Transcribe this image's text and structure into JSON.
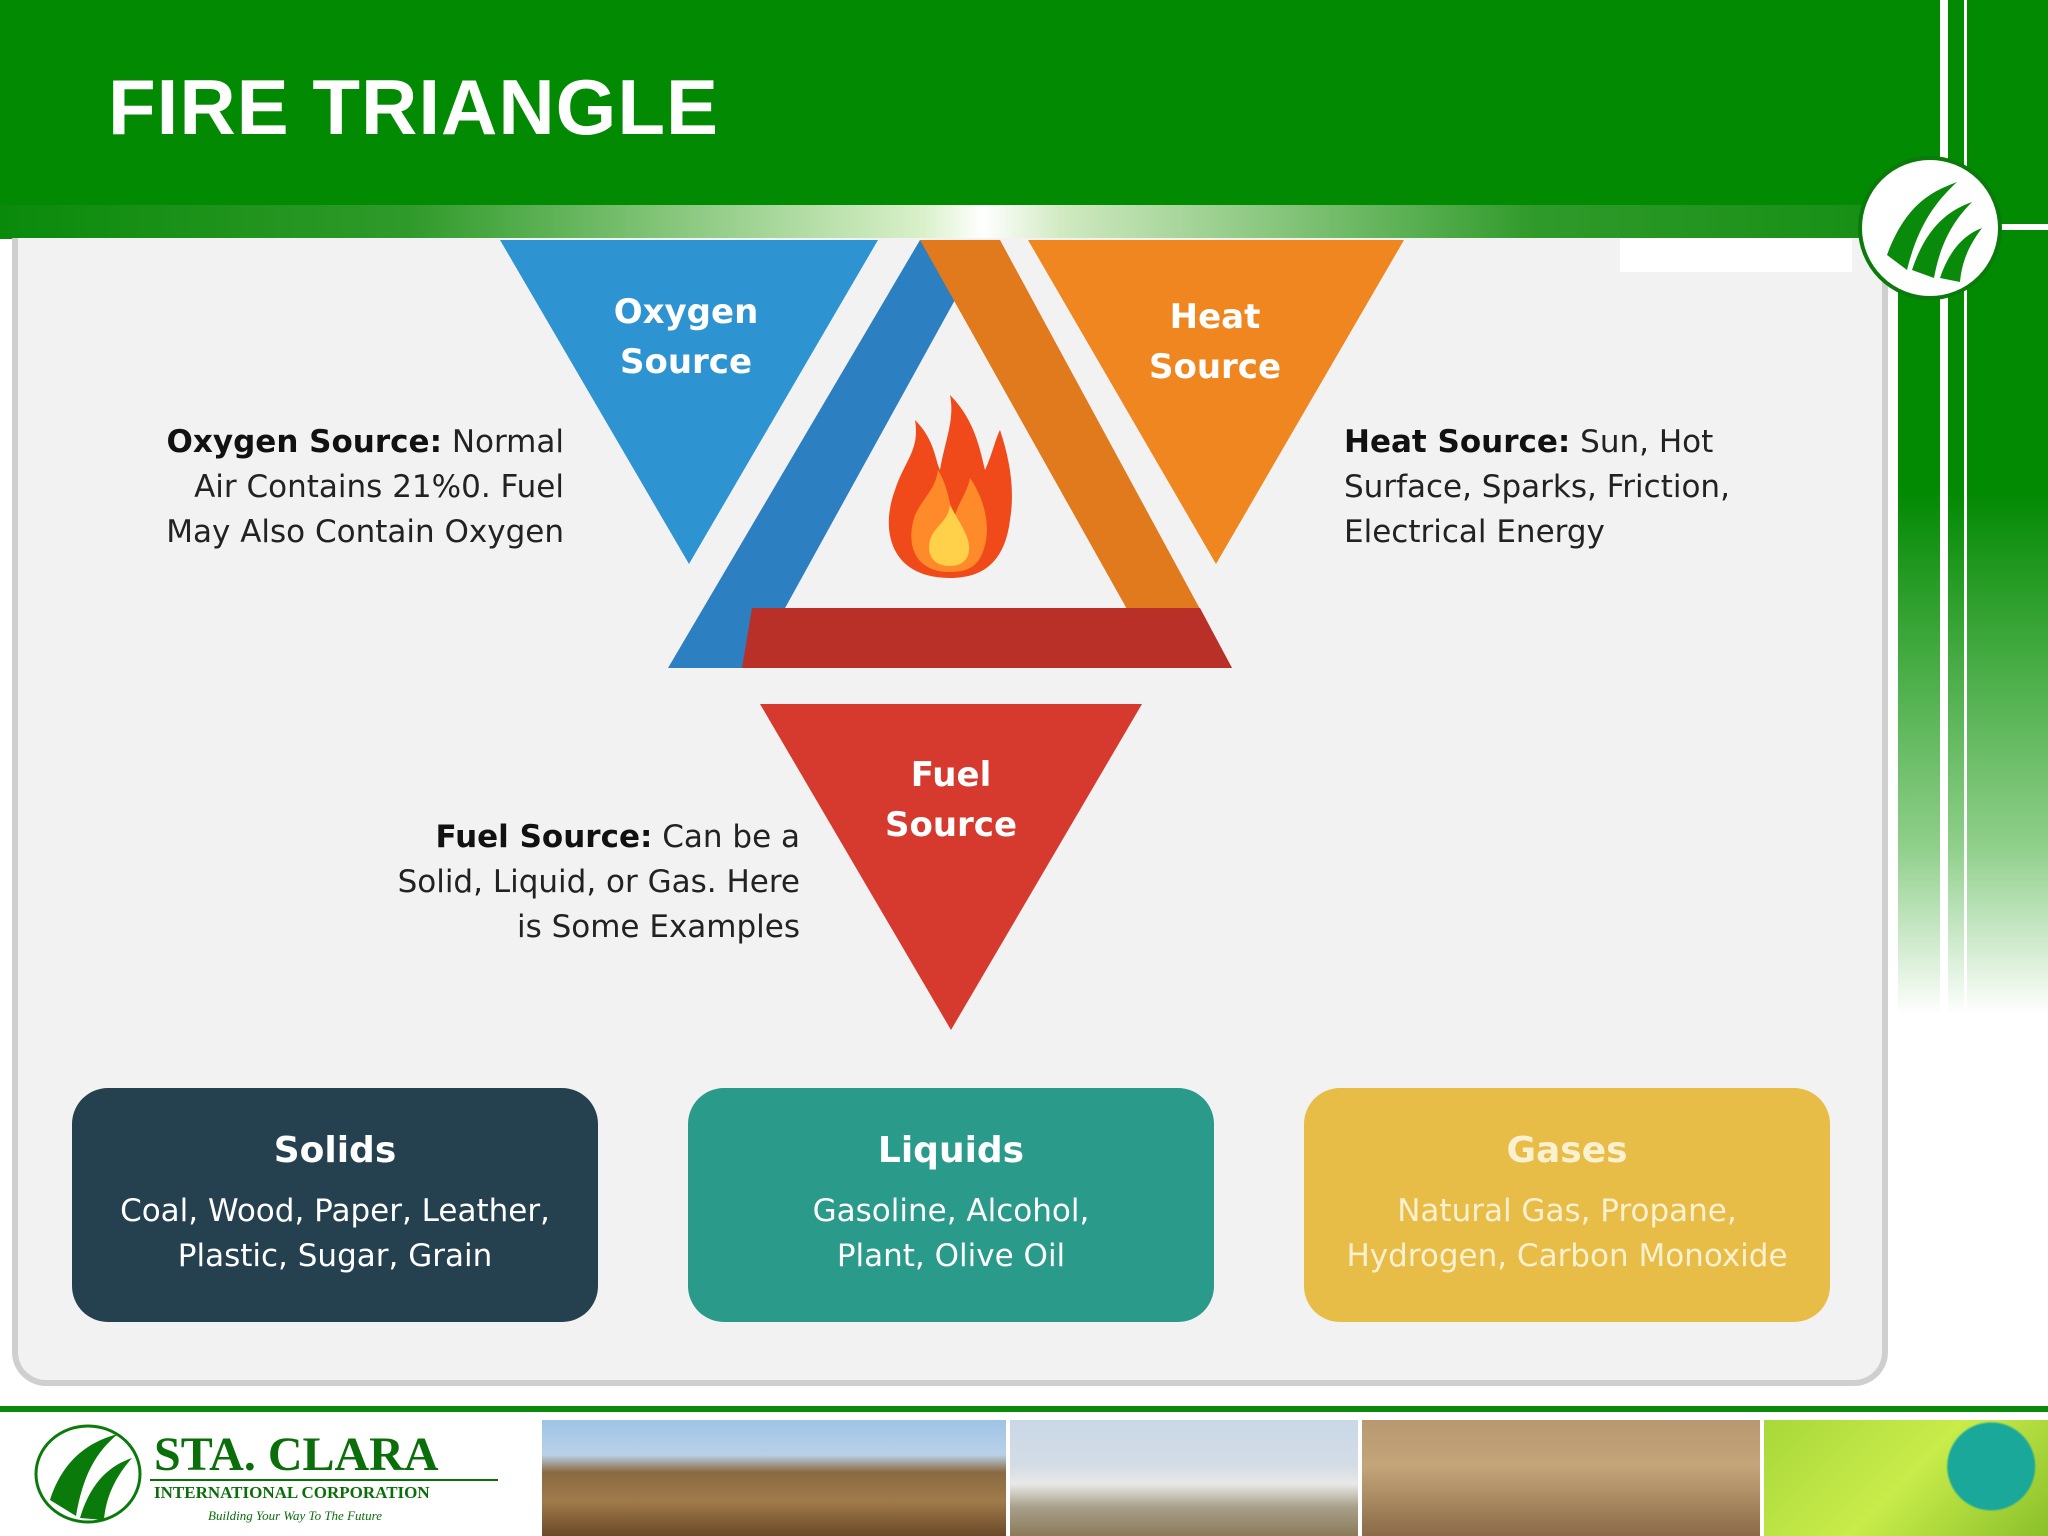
{
  "slide": {
    "title": "FIRE TRIANGLE"
  },
  "triangle": {
    "oxygen": {
      "name": "Oxygen Source",
      "line1": "Oxygen",
      "line2": "Source",
      "color": "#2e93d1"
    },
    "heat": {
      "name": "Heat Source",
      "line1": "Heat",
      "line2": "Source",
      "color": "#f0861f"
    },
    "fuel": {
      "name": "Fuel Source",
      "line1": "Fuel",
      "line2": "Source",
      "color": "#d63a2f"
    }
  },
  "descriptions": {
    "oxygen": {
      "head": "Oxygen Source:",
      "l1": " Normal",
      "l2": "Air Contains 21%0. Fuel",
      "l3": "May Also Contain Oxygen"
    },
    "heat": {
      "head": "Heat Source:",
      "l1": " Sun, Hot",
      "l2": "Surface, Sparks, Friction,",
      "l3": "Electrical Energy"
    },
    "fuel": {
      "head": "Fuel Source:",
      "l1": " Can be a",
      "l2": "Solid, Liquid, or Gas. Here",
      "l3": "is Some Examples"
    }
  },
  "fuel_types": [
    {
      "title": "Solids",
      "l1": "Coal, Wood, Paper, Leather,",
      "l2": "Plastic, Sugar, Grain",
      "color": "#25414f"
    },
    {
      "title": "Liquids",
      "l1": "Gasoline, Alcohol,",
      "l2": "Plant, Olive Oil",
      "color": "#2a9a8a"
    },
    {
      "title": "Gases",
      "l1": "Natural Gas, Propane,",
      "l2": "Hydrogen, Carbon Monoxide",
      "color": "#e8bd47"
    }
  ],
  "footer": {
    "company": "STA. CLARA",
    "subtitle": "INTERNATIONAL CORPORATION",
    "tagline": "Building Your Way To The Future"
  }
}
